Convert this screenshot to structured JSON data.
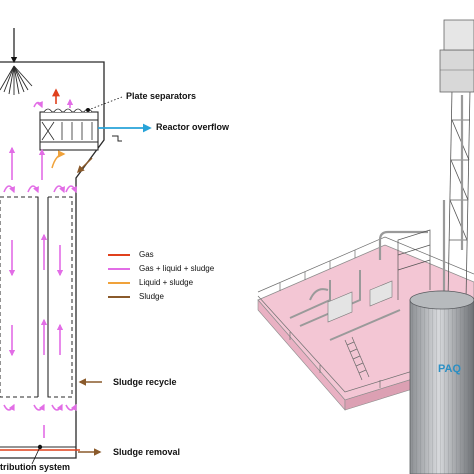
{
  "labels": {
    "plate_separators": "Plate separators",
    "reactor_overflow": "Reactor overflow",
    "sludge_recycle": "Sludge recycle",
    "sludge_removal": "Sludge removal",
    "distribution_system": "tribution system"
  },
  "legend": [
    {
      "label": "Gas",
      "color": "#e0401c"
    },
    {
      "label": "Gas + liquid + sludge",
      "color": "#e26de6"
    },
    {
      "label": "Liquid + sludge",
      "color": "#f0a23a"
    },
    {
      "label": "Sludge",
      "color": "#8a5a2b"
    }
  ],
  "colors": {
    "gas": "#e0401c",
    "mixed": "#e26de6",
    "liquid_sludge": "#f0a23a",
    "sludge": "#8a5a2b",
    "overflow": "#27a3d8",
    "outline": "#2a2a2a",
    "deck": "#f3c6d4"
  },
  "render_watermark": "PAQ"
}
